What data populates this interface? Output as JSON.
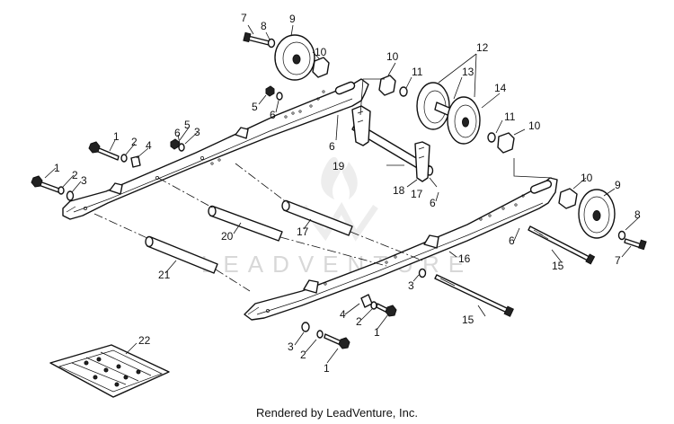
{
  "watermark": {
    "text": "LEADVENTURE"
  },
  "footer": {
    "credit": "Rendered by LeadVenture, Inc."
  },
  "callouts": {
    "c1a": "1",
    "c1b": "1",
    "c1c": "1",
    "c1d": "1",
    "c2a": "2",
    "c2b": "2",
    "c2c": "2",
    "c2d": "2",
    "c3a": "3",
    "c3b": "3",
    "c3c": "3",
    "c3d": "3",
    "c4a": "4",
    "c4b": "4",
    "c5a": "5",
    "c5b": "5",
    "c6a": "6",
    "c6b": "6",
    "c6c": "6",
    "c6d": "6",
    "c7a": "7",
    "c7b": "7",
    "c8a": "8",
    "c8b": "8",
    "c9a": "9",
    "c9b": "9",
    "c10a": "10",
    "c10b": "10",
    "c10c": "10",
    "c10d": "10",
    "c11a": "11",
    "c11b": "11",
    "c12": "12",
    "c13": "13",
    "c14": "14",
    "c15a": "15",
    "c15b": "15",
    "c16": "16",
    "c17a": "17",
    "c17b": "17",
    "c18": "18",
    "c19": "19",
    "c20": "20",
    "c21": "21",
    "c22": "22"
  }
}
